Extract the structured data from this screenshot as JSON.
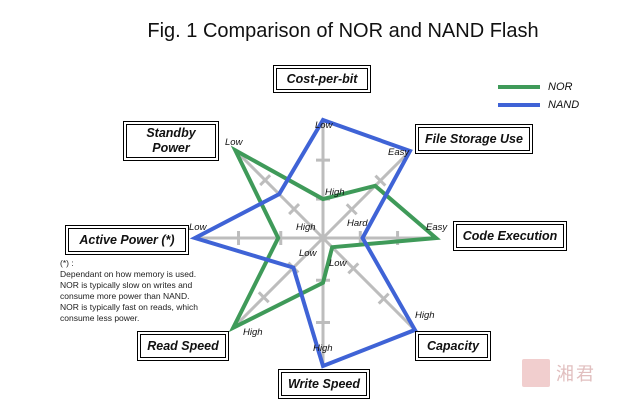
{
  "title": "Fig. 1  Comparison of NOR and NAND Flash",
  "colors": {
    "nor": "#3f9a59",
    "nand": "#3f63d6",
    "axis": "#bdbdbd"
  },
  "legend": [
    {
      "name": "NOR",
      "color": "#3f9a59"
    },
    {
      "name": "NAND",
      "color": "#3f63d6"
    }
  ],
  "axes": [
    {
      "name": "cost-per-bit-label",
      "label": "Cost-per-bit"
    },
    {
      "name": "file-storage-use-label",
      "label": "File Storage Use"
    },
    {
      "name": "code-execution-label",
      "label": "Code Execution"
    },
    {
      "name": "capacity-label",
      "label": "Capacity"
    },
    {
      "name": "write-speed-label",
      "label": "Write Speed"
    },
    {
      "name": "read-speed-label",
      "label": "Read Speed"
    },
    {
      "name": "active-power-label",
      "label": "Active Power (*)"
    },
    {
      "name": "standby-power-label",
      "label": "Standby\nPower"
    }
  ],
  "level_labels": [
    {
      "name": "cost-low",
      "text": "Low"
    },
    {
      "name": "cost-high",
      "text": "High"
    },
    {
      "name": "file-easy",
      "text": "Easy"
    },
    {
      "name": "file-hard",
      "text": "Hard"
    },
    {
      "name": "code-easy",
      "text": "Easy"
    },
    {
      "name": "capacity-high",
      "text": "High"
    },
    {
      "name": "capacity-low",
      "text": "Low"
    },
    {
      "name": "write-high",
      "text": "High"
    },
    {
      "name": "write-low",
      "text": "Low"
    },
    {
      "name": "read-high",
      "text": "High"
    },
    {
      "name": "active-low",
      "text": "Low"
    },
    {
      "name": "active-high",
      "text": "High"
    },
    {
      "name": "standby-low",
      "text": "Low"
    }
  ],
  "footnote": "(*) :\nDependant on how memory is used.\nNOR is typically slow on writes and consume more power than NAND.\nNOR is typically fast on reads, which consume less power.",
  "chart_data": {
    "type": "radar",
    "title": "Fig. 1  Comparison of NOR and NAND Flash",
    "axes": [
      "Cost-per-bit",
      "File Storage Use",
      "Code Execution",
      "Capacity",
      "Write Speed",
      "Read Speed",
      "Active Power (*)",
      "Standby Power"
    ],
    "scale_max": 1,
    "series": [
      {
        "name": "NOR",
        "values": [
          0.33,
          0.6,
          1.0,
          0.1,
          0.35,
          1.0,
          0.35,
          1.0
        ]
      },
      {
        "name": "NAND",
        "values": [
          1.0,
          1.0,
          0.35,
          1.0,
          1.0,
          0.33,
          1.0,
          0.5
        ]
      }
    ]
  },
  "watermark": {
    "text": "湘君"
  }
}
